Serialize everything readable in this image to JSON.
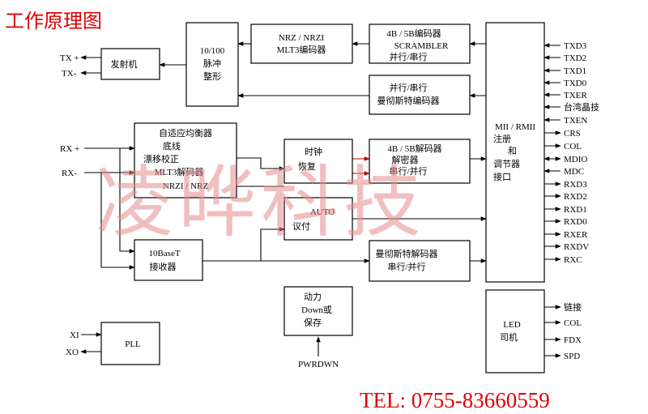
{
  "title": "工作原理图",
  "watermark": "凌晔科技",
  "tel": "TEL: 0755-83660559",
  "colors": {
    "title": "#e00000",
    "watermark": "#e68a8a",
    "lines": "#000000",
    "red_arrow": "#b00000"
  },
  "blocks": {
    "transmitter": [
      "发射机"
    ],
    "pulse_shaper": [
      "10/100",
      "脉冲",
      "整形"
    ],
    "nrz_encoder": [
      "NRZ / NRZI",
      "MLT3编码器"
    ],
    "b4b5_encoder": [
      "4B / 5B编码器",
      "SCRAMBLER",
      "并行/串行"
    ],
    "manchester_encoder": [
      "并行/串行",
      "曼彻斯特编码器"
    ],
    "mii": [
      "MII / RMII",
      "注册",
      "和",
      "调节器",
      "接口"
    ],
    "equalizer": [
      "自适应均衡器",
      "底线",
      "漂移校正",
      "MLT3解码器",
      "NRZI / NRZ"
    ],
    "clock_recovery": [
      "时钟",
      "恢复"
    ],
    "b4b5_decoder": [
      "4B / 5B解码器",
      "解密器",
      "串行/并行"
    ],
    "auto": [
      "AUTO",
      "议付"
    ],
    "base10t_receiver": [
      "10BaseT",
      "接收器"
    ],
    "manchester_decoder": [
      "曼彻斯特解码器",
      "串行/并行"
    ],
    "power_down": [
      "动力",
      "Down或",
      "保存"
    ],
    "pll": [
      "PLL"
    ],
    "led_driver": [
      "LED",
      "司机"
    ]
  },
  "pins": {
    "tx_plus": "TX +",
    "tx_minus": "TX-",
    "rx_plus": "RX +",
    "rx_minus": "RX-",
    "xi": "XI",
    "xo": "XO",
    "pwrdwn": "PWRDWN",
    "mii_pins": [
      "TXD3",
      "TXD2",
      "TXD1",
      "TXD0",
      "TXER",
      "台湾晶技",
      "TXEN",
      "CRS",
      "COL",
      "MDIO",
      "MDC",
      "RXD3",
      "RXD2",
      "RXD1",
      "RXD0",
      "RXER",
      "RXDV",
      "RXC"
    ],
    "led_pins": [
      "链接",
      "COL",
      "FDX",
      "SPD"
    ]
  }
}
